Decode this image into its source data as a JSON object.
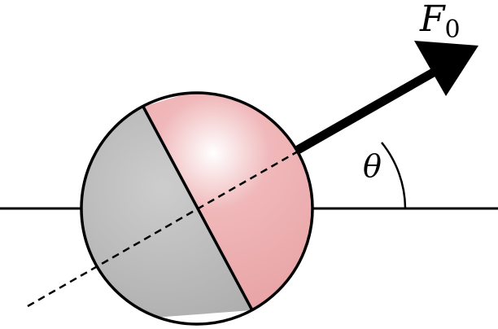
{
  "labels": {
    "force_symbol": "F",
    "force_subscript": "0",
    "angle_symbol": "θ"
  },
  "colors": {
    "stroke": "#000000",
    "sphere_red": "#e8a3a5",
    "sphere_red_highlight": "#ffffff",
    "sphere_gray": "#cdcdcd",
    "sphere_gray_shadow": "#a9a9a9"
  }
}
